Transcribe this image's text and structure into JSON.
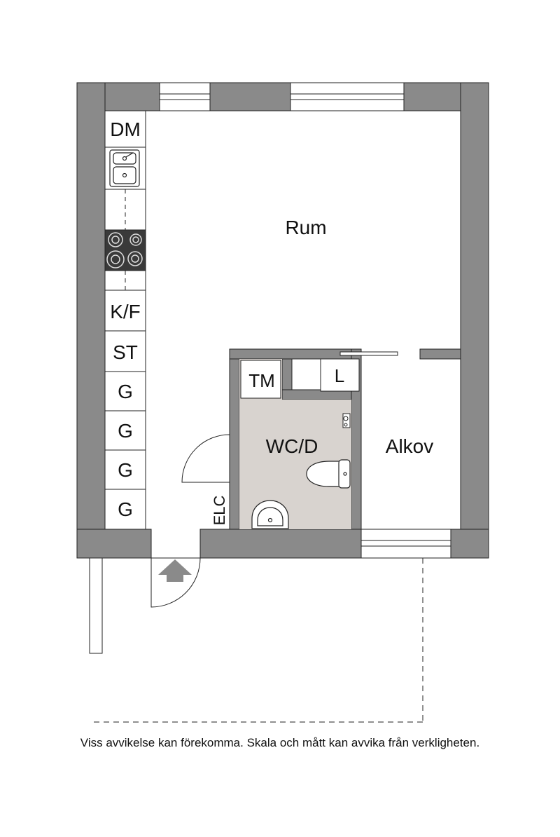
{
  "rooms": {
    "main": "Rum",
    "bath": "WC/D",
    "alcove": "Alkov"
  },
  "fixtures": {
    "dishwasher": "DM",
    "fridge_freezer": "K/F",
    "closet_st": "ST",
    "wardrobe_1": "G",
    "wardrobe_2": "G",
    "wardrobe_3": "G",
    "wardrobe_4": "G",
    "washer": "TM",
    "linen": "L",
    "electrical": "ELC"
  },
  "disclaimer": "Viss avvikelse kan förekomma. Skala och mått kan avvika från verkligheten.",
  "colors": {
    "wall": "#8a8a8a",
    "bath_floor": "#d8d3cf",
    "stove": "#3a3a3a",
    "arrow": "#8a8a8a"
  },
  "icons": [
    "sink-icon",
    "stove-icon",
    "toilet-icon",
    "washbasin-icon",
    "entrance-arrow-icon",
    "shower-mixer-icon"
  ]
}
